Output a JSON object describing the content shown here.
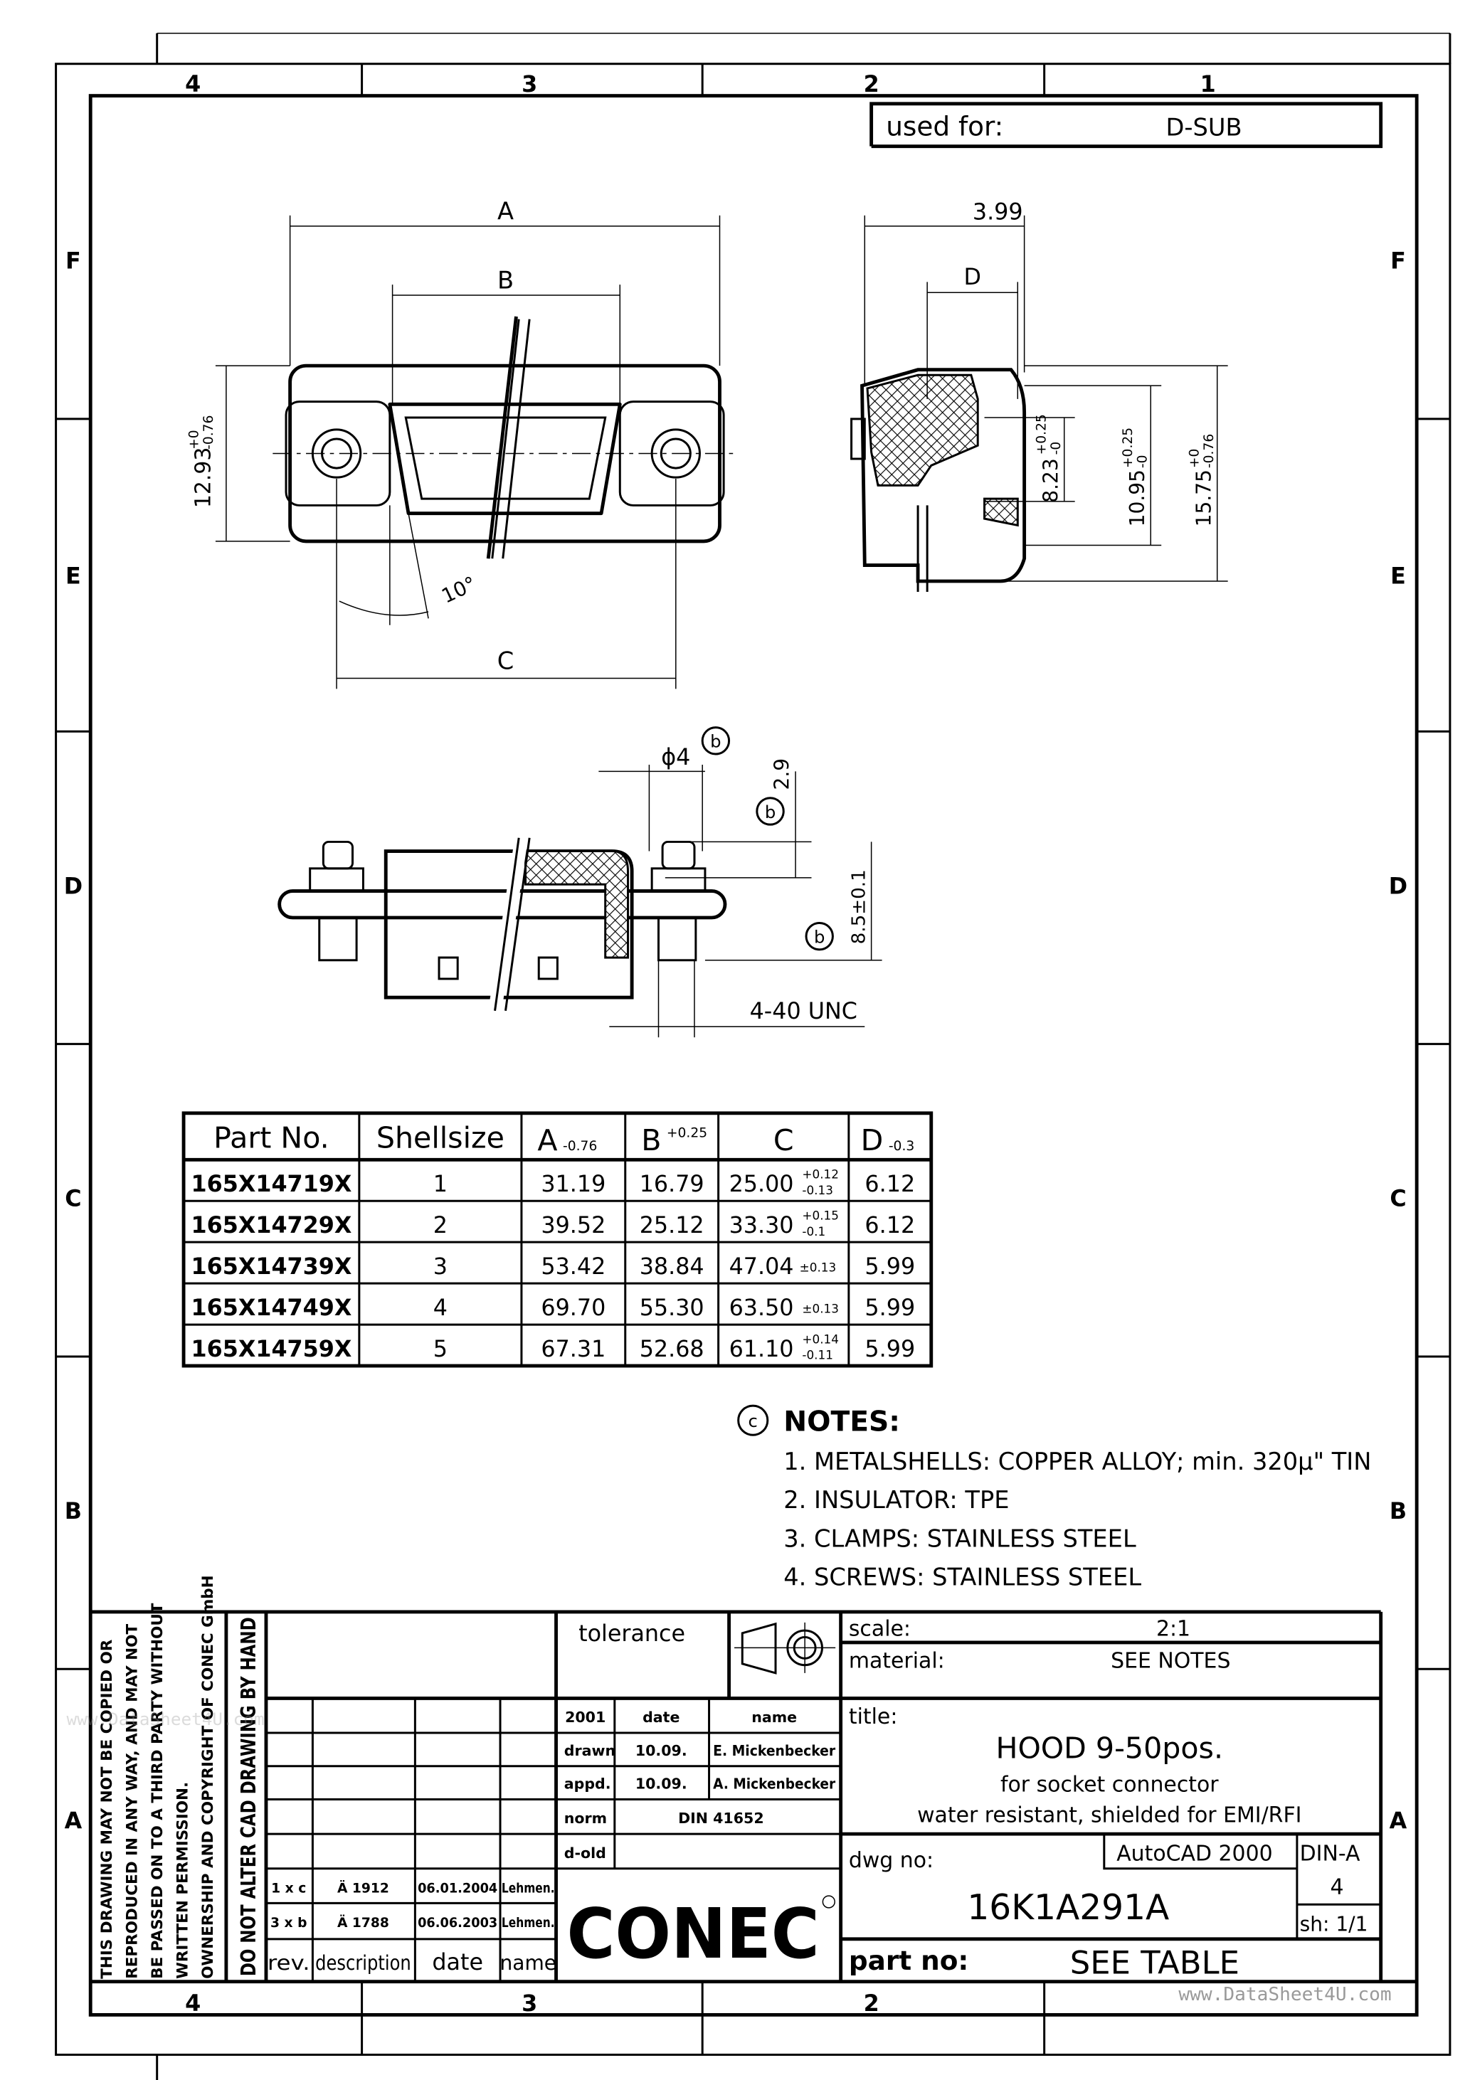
{
  "frame": {
    "columns_top": [
      "4",
      "3",
      "2",
      "1"
    ],
    "columns_bottom": [
      "4",
      "3",
      "2"
    ],
    "rows": [
      "F",
      "E",
      "D",
      "C",
      "B",
      "A"
    ]
  },
  "used_for": {
    "label": "used for:",
    "value": "D-SUB"
  },
  "dimensions": {
    "front": {
      "a": "A",
      "b": "B",
      "c": "C",
      "height": "12.93",
      "height_tol_upper": "+0",
      "height_tol_lower": "-0.76",
      "angle": "10°"
    },
    "side": {
      "depth": "3.99",
      "d": "D",
      "h1": "8.23",
      "h1_tol_upper": "+0.25",
      "h1_tol_lower": "-0",
      "h2": "10.95",
      "h2_tol_upper": "+0.25",
      "h2_tol_lower": "-0",
      "h3": "15.75",
      "h3_tol_upper": "+0",
      "h3_tol_lower": "-0.76"
    },
    "bottom": {
      "diameter": "ϕ4",
      "gap": "2.9",
      "height": "8.5±0.1",
      "thread": "4-40 UNC",
      "marker": "b"
    }
  },
  "table": {
    "headers": [
      {
        "main": "Part No."
      },
      {
        "main": "Shellsize"
      },
      {
        "main": "A",
        "tol": "-0.76"
      },
      {
        "main": "B",
        "tol": "+0.25"
      },
      {
        "main": "C"
      },
      {
        "main": "D",
        "tol": "-0.3"
      }
    ],
    "rows": [
      {
        "part": "165X14719X",
        "shell": "1",
        "a": "31.19",
        "b": "16.79",
        "c": "25.00",
        "c_tol_upper": "+0.12",
        "c_tol_lower": "-0.13",
        "d": "6.12"
      },
      {
        "part": "165X14729X",
        "shell": "2",
        "a": "39.52",
        "b": "25.12",
        "c": "33.30",
        "c_tol_upper": "+0.15",
        "c_tol_lower": "-0.1",
        "d": "6.12"
      },
      {
        "part": "165X14739X",
        "shell": "3",
        "a": "53.42",
        "b": "38.84",
        "c": "47.04",
        "c_tol": "±0.13",
        "d": "5.99"
      },
      {
        "part": "165X14749X",
        "shell": "4",
        "a": "69.70",
        "b": "55.30",
        "c": "63.50",
        "c_tol": "±0.13",
        "d": "5.99"
      },
      {
        "part": "165X14759X",
        "shell": "5",
        "a": "67.31",
        "b": "52.68",
        "c": "61.10",
        "c_tol_upper": "+0.14",
        "c_tol_lower": "-0.11",
        "d": "5.99"
      }
    ]
  },
  "notes": {
    "marker": "c",
    "heading": "NOTES:",
    "items": [
      "1. METALSHELLS: COPPER ALLOY; min. 320µ\" TIN",
      "2. INSULATOR: TPE",
      "3. CLAMPS: STAINLESS STEEL",
      "4. SCREWS: STAINLESS STEEL"
    ]
  },
  "title_block": {
    "copyright_lines": [
      "THIS DRAWING MAY NOT BE COPIED OR",
      "REPRODUCED IN ANY WAY, AND MAY NOT",
      "BE PASSED ON TO A THIRD PARTY WITHOUT",
      "WRITTEN PERMISSION.",
      "OWNERSHIP AND COPYRIGHT OF CONEC GmbH"
    ],
    "cad_warning": "DO NOT ALTER CAD DRAWING BY HAND",
    "tolerance_label": "tolerance",
    "revisions": [
      {
        "rev": "1 x c",
        "description": "Ä 1912",
        "date": "06.01.2004",
        "name": "Lehmen."
      },
      {
        "rev": "3 x b",
        "description": "Ä 1788",
        "date": "06.06.2003",
        "name": "Lehmen."
      }
    ],
    "revision_headers": {
      "rev": "rev.",
      "description": "description",
      "date": "date",
      "name": "name"
    },
    "approval": {
      "year": "2001",
      "date_header": "date",
      "name_header": "name",
      "drawn_label": "drawn",
      "drawn_date": "10.09.",
      "drawn_name": "E. Mickenbecker",
      "appd_label": "appd.",
      "appd_date": "10.09.",
      "appd_name": "A. Mickenbecker",
      "norm_label": "norm",
      "norm_value": "DIN 41652",
      "dold_label": "d-old"
    },
    "logo": "CONEC",
    "scale_label": "scale:",
    "scale_value": "2:1",
    "material_label": "material:",
    "material_value": "SEE NOTES",
    "title_label": "title:",
    "title": "HOOD 9-50pos.",
    "subtitle1": "for socket connector",
    "subtitle2": "water resistant, shielded for EMI/RFI",
    "dwg_label": "dwg no:",
    "dwg_no": "16K1A291A",
    "cad": "AutoCAD 2000",
    "format_label": "DIN-A",
    "format_value": "4",
    "sheet": "sh: 1/1",
    "part_label": "part no:",
    "part_value": "SEE TABLE"
  },
  "watermarks": [
    "www.DataSheet4U.com",
    "www.DataSheet4U.com"
  ]
}
